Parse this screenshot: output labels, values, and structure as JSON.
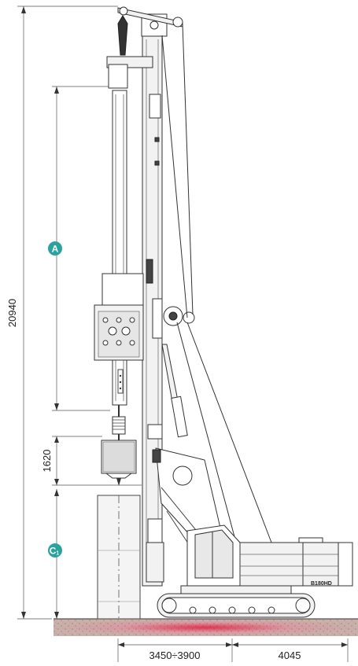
{
  "dimensions": {
    "overall_height": "20940",
    "tool_height": "1620",
    "track_base": "3450÷3900",
    "rear_length": "4045"
  },
  "markers": {
    "a": "A",
    "c1": "C",
    "c1_sub": "1"
  },
  "machine": {
    "model": "B180HD"
  },
  "colors": {
    "marker_teal": "#2aa3a0",
    "ground_red": "#e3334f",
    "ground_brown": "#b89a8a"
  }
}
